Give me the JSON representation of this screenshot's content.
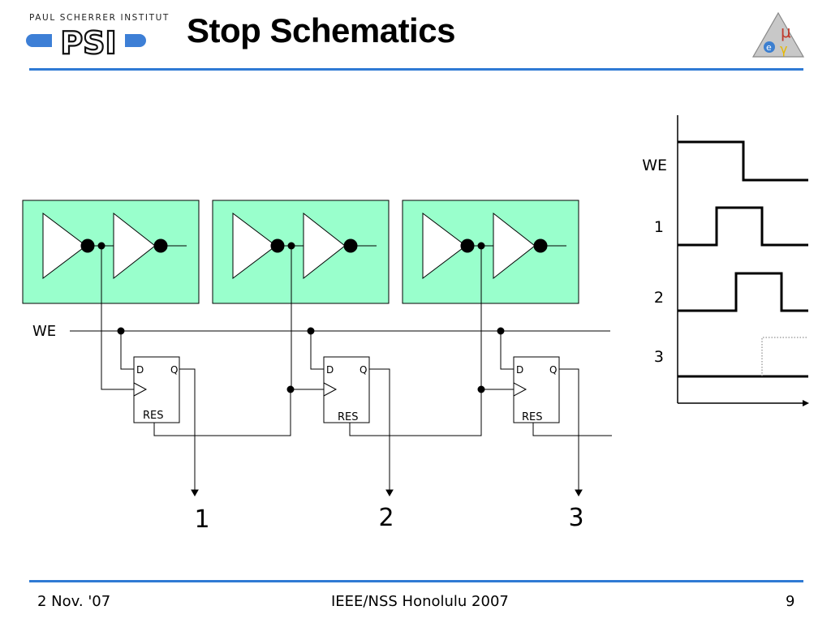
{
  "header": {
    "org_name": "PAUL SCHERRER INSTITUT",
    "logo_text": "PSI",
    "title": "Stop Schematics",
    "emblem_symbols": {
      "mu": "μ",
      "e": "e",
      "gamma": "γ"
    }
  },
  "schematic": {
    "we_label": "WE",
    "flipflops": [
      {
        "d": "D",
        "q": "Q",
        "res": "RES"
      },
      {
        "d": "D",
        "q": "Q",
        "res": "RES"
      },
      {
        "d": "D",
        "q": "Q",
        "res": "RES"
      }
    ],
    "outputs": [
      "1",
      "2",
      "3"
    ]
  },
  "timing": {
    "labels": [
      "WE",
      "1",
      "2",
      "3"
    ]
  },
  "footer": {
    "date": "2 Nov. '07",
    "conference": "IEEE/NSS Honolulu 2007",
    "page": "9"
  },
  "colors": {
    "accent_rule": "#2f7ad4",
    "delay_cell_fill": "#99ffcc",
    "logo_blue": "#3d7fd6"
  }
}
